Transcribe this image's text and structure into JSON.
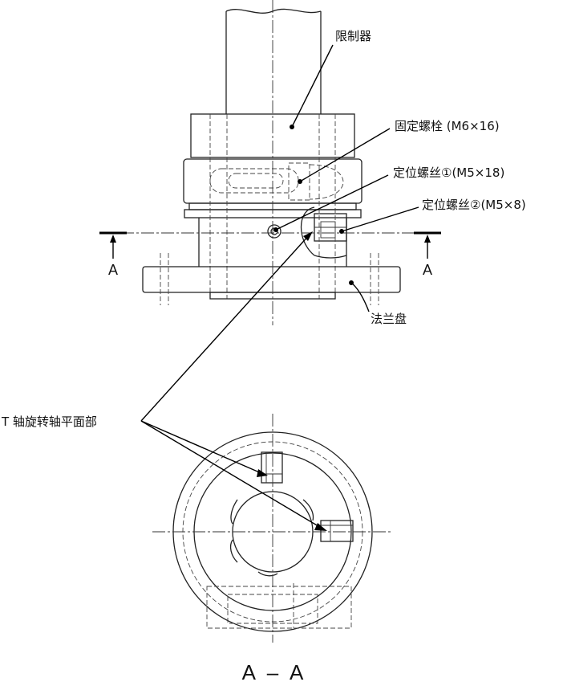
{
  "labels": {
    "limiter": "限制器",
    "fixing_bolt": "固定螺栓 (M6×16)",
    "set_screw_1": "定位螺丝①(M5×18)",
    "set_screw_2": "定位螺丝②(M5×8)",
    "flange": "法兰盘",
    "t_axis_flat": "T 轴旋转轴平面部"
  },
  "section_marks": {
    "left": "A",
    "right": "A"
  },
  "section_title": "A – A"
}
